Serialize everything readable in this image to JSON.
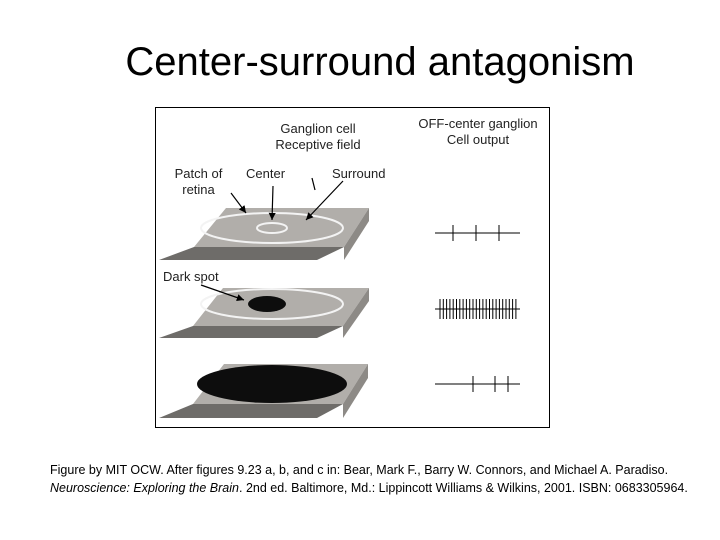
{
  "title": "Center-surround antagonism",
  "figure": {
    "labels": {
      "receptive_field_line1": "Ganglion cell",
      "receptive_field_line2": "Receptive field",
      "output_line1": "OFF-center ganglion",
      "output_line2": "Cell output",
      "patch_line1": "Patch of",
      "patch_line2": "retina",
      "center": "Center",
      "surround": "Surround",
      "dark_spot": "Dark spot"
    },
    "panels": [
      {
        "stimulus": "none",
        "spike_rate": "low"
      },
      {
        "stimulus": "dark spot on center",
        "spike_rate": "high"
      },
      {
        "stimulus": "dark spot covering center and surround",
        "spike_rate": "low"
      }
    ]
  },
  "caption": {
    "before_italic": "Figure by MIT OCW. After figures 9.23 a, b, and c in: Bear, Mark F., Barry W. Connors, and Michael A. Paradiso. ",
    "italic": "Neuroscience: Exploring the Brain",
    "after_italic": ". 2nd ed. Baltimore, Md.: Lippincott Williams & Wilkins, 2001. ISBN: 0683305964."
  }
}
